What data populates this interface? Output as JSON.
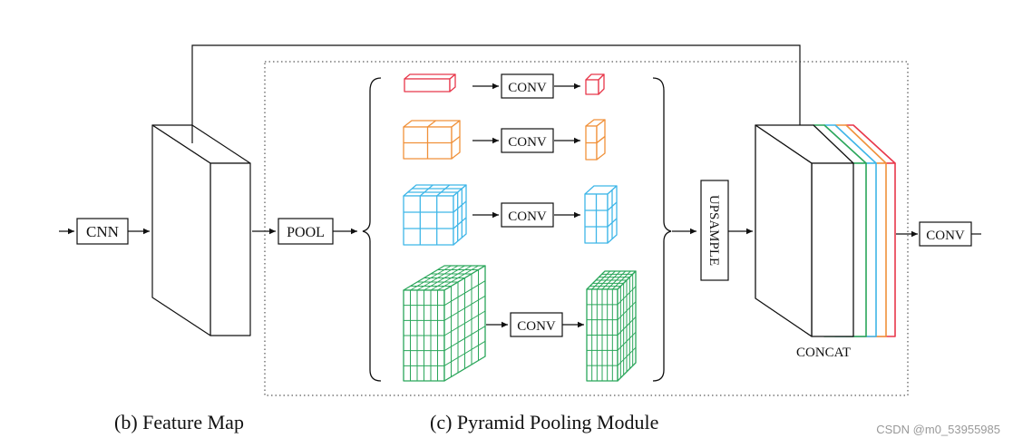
{
  "labels": {
    "cnn": "CNN",
    "pool": "POOL",
    "conv": "CONV",
    "upsample": "UPSAMPLE",
    "concat": "CONCAT",
    "final_conv": "CONV"
  },
  "captions": {
    "feature_map": "(b) Feature Map",
    "ppm": "(c) Pyramid Pooling Module"
  },
  "watermark": "CSDN @m0_53955985",
  "colors": {
    "red": "#e8374a",
    "orange": "#f0913a",
    "blue": "#3fb6e8",
    "green": "#2aa65a",
    "ink": "#111111"
  }
}
